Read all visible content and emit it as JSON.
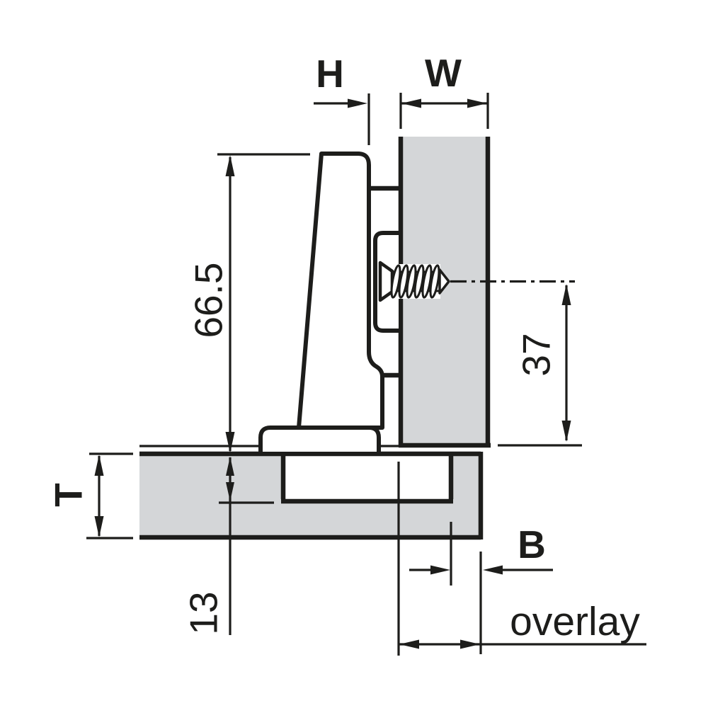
{
  "diagram": {
    "labels": {
      "h": "H",
      "w": "W",
      "hinge_height": "66.5",
      "screw_axis_distance": "37",
      "panel_thickness": "T",
      "cup_depth": "13",
      "drilling_distance": "B",
      "overlay": "overlay"
    },
    "colors": {
      "line": "#1d1d1b",
      "panel_fill": "#d4d6d8",
      "background": "#ffffff"
    }
  }
}
